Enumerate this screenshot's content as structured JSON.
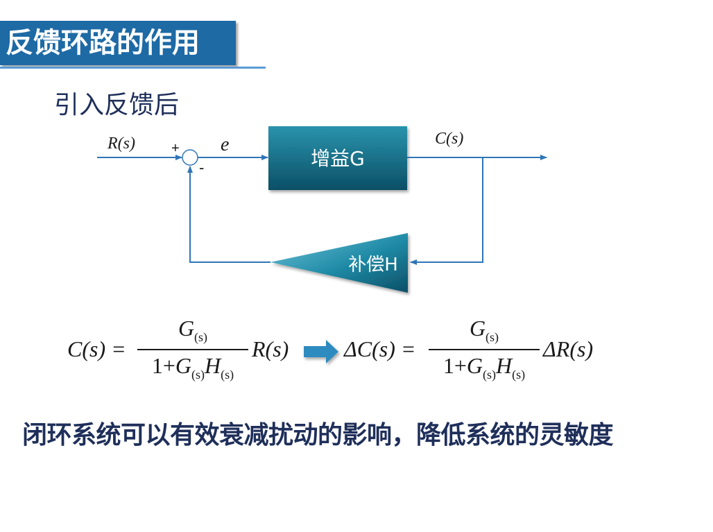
{
  "header": {
    "title": "反馈环路的作用"
  },
  "subtitle": "引入反馈后",
  "diagram": {
    "input_label": "R(s)",
    "output_label": "C(s)",
    "plus_sign": "+",
    "minus_sign": "-",
    "error_label": "e",
    "gain_block": "增益G",
    "feedback_block": "补偿H"
  },
  "formulas": {
    "left": {
      "lhs": "C(s) =",
      "num": "G",
      "den_one": "1+",
      "den_g": "G",
      "den_h": "H",
      "sub": "(s)",
      "rhs": "R(s)"
    },
    "right": {
      "lhs": "ΔC(s) =",
      "num": "G",
      "den_one": "1+",
      "den_g": "G",
      "den_h": "H",
      "sub": "(s)",
      "rhs": "ΔR(s)"
    }
  },
  "conclusion": "闭环系统可以有效衰减扰动的影响，降低系统的灵敏度",
  "colors": {
    "title_bg": "#1d6aa5",
    "rule": "#5b9bd5",
    "line": "#2e75b6",
    "block_top": "#2a8fa8",
    "block_bottom": "#0b4f66",
    "arrow": "#2f8bbf",
    "text_dark": "#1f2f5a"
  }
}
